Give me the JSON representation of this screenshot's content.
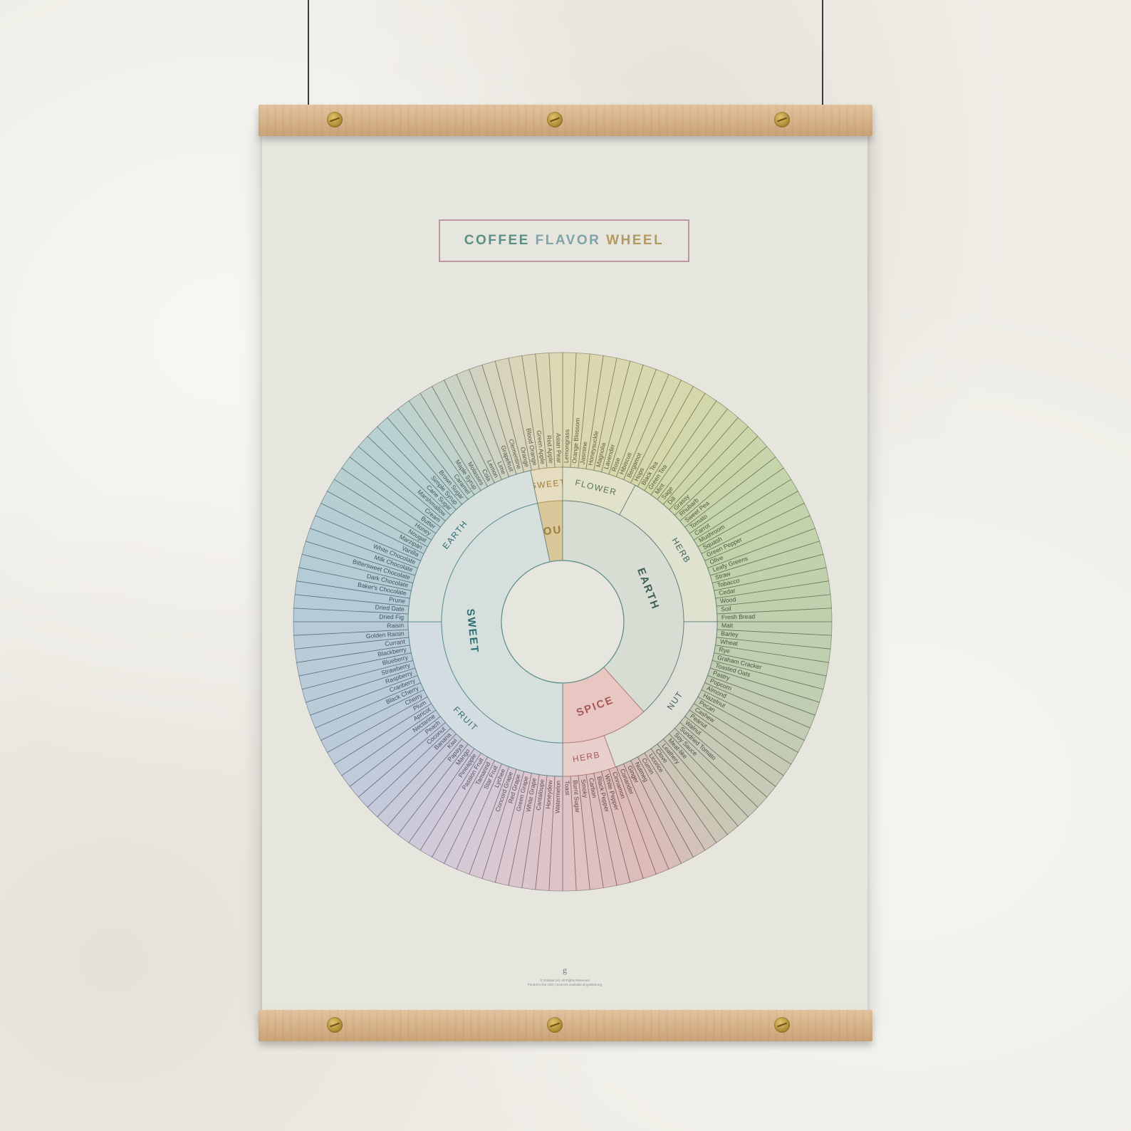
{
  "poster": {
    "title_part1": "COFFEE",
    "title_part2": "FLAVOR",
    "title_part3": "WHEEL",
    "logo": "g",
    "fine_print_1": "© Goldeal Ltd. All Rights Reserved",
    "fine_print_2": "Printed in the USA | Sources available at goldeal.org"
  },
  "wheel": {
    "inner": [
      {
        "label": "SOUR",
        "color": "#d9c79a",
        "text": "#9a7e3a"
      },
      {
        "label": "EARTH",
        "color": "#d8ddd3",
        "text": "#41605a"
      },
      {
        "label": "SPICE",
        "color": "#e8c7c2",
        "text": "#a4585a"
      },
      {
        "label": "SWEET",
        "color": "#d5dfdd",
        "text": "#2f6c73"
      }
    ],
    "middle": [
      {
        "label": "SWEET",
        "color": "#e6dcc0",
        "text": "#9a7e3a"
      },
      {
        "label": "FLOWER",
        "color": "#e2e2cb",
        "text": "#5a7255"
      },
      {
        "label": "HERB",
        "color": "#e0e2d0",
        "text": "#41605a"
      },
      {
        "label": "NUT",
        "color": "#dedfd6",
        "text": "#41605a"
      },
      {
        "label": "HERB",
        "color": "#e9cfcb",
        "text": "#a4585a"
      },
      {
        "label": "FRUIT",
        "color": "#d3dde1",
        "text": "#2f6c73"
      },
      {
        "label": "EARTH",
        "color": "#d7e0dc",
        "text": "#2f6c73"
      }
    ],
    "outer": [
      "Lemongrass",
      "Orange Blossom",
      "Jasmine",
      "Honeysuckle",
      "Magnolia",
      "Lavender",
      "Rose",
      "Hibiscus",
      "Bergamot",
      "Hops",
      "Black Tea",
      "Green Tea",
      "Mint",
      "Sage",
      "Dill",
      "Grassy",
      "Rhubarb",
      "Sweet Pea",
      "Tomato",
      "Carrot",
      "Mushroom",
      "Squash",
      "Green Pepper",
      "Olive",
      "Leafy Greens",
      "Straw",
      "Tobacco",
      "Cedar",
      "Wood",
      "Soil",
      "Fresh Bread",
      "Malt",
      "Barley",
      "Wheat",
      "Rye",
      "Graham Cracker",
      "Toasted Oats",
      "Pastry",
      "Popcorn",
      "Almond",
      "Hazelnut",
      "Pecan",
      "Cashew",
      "Peanut",
      "Walnut",
      "Sundried Tomato",
      "Soy Sauce",
      "Meat-like",
      "Leathery",
      "Clove",
      "Licorice",
      "Cumin",
      "Nutmeg",
      "Ginger",
      "Coriander",
      "Cinnamon",
      "White Pepper",
      "Black Pepper",
      "Carbon",
      "Smoky",
      "Burnt Sugar",
      "Toast",
      "Watermelon",
      "Honeydew",
      "Cantaloupe",
      "White Grape",
      "Green Grape",
      "Red Grape",
      "Concord Grape",
      "Lychee",
      "Star Fruit",
      "Tamarind",
      "Passion Fruit",
      "Pineapple",
      "Mango",
      "Papaya",
      "Kiwi",
      "Banana",
      "Coconut",
      "Peach",
      "Nectarine",
      "Apricot",
      "Plum",
      "Cherry",
      "Black Cherry",
      "Cranberry",
      "Raspberry",
      "Strawberry",
      "Blueberry",
      "Blackberry",
      "Currant",
      "Golden Raisin",
      "Raisin",
      "Dried Fig",
      "Dried Date",
      "Prune",
      "Baker's Chocolate",
      "Dark Chocolate",
      "Bittersweet Chocolate",
      "Milk Chocolate",
      "White Chocolate",
      "Vanilla",
      "Marzipan",
      "Nougat",
      "Honey",
      "Butter",
      "Cream",
      "Marshmallow",
      "Cane Sugar",
      "Simple Syrup",
      "Brown Sugar",
      "Caramel",
      "Maple Syrup",
      "Molasses",
      "Cola",
      "Lemon",
      "Lime",
      "Grapefruit",
      "Clementine",
      "Orange",
      "Blood Orange",
      "Green Apple",
      "Red Apple",
      "Asian Pear"
    ]
  }
}
